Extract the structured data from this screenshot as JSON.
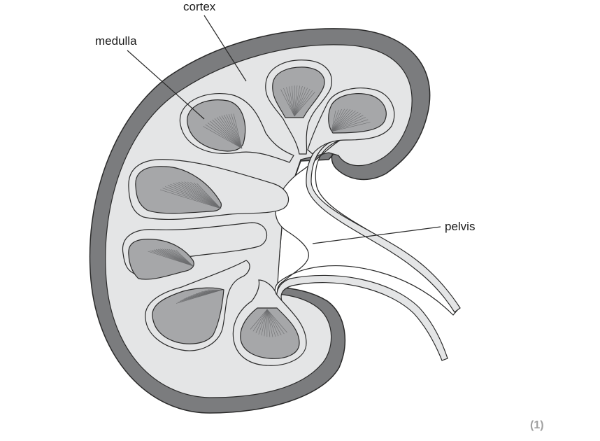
{
  "labels": {
    "cortex": "cortex",
    "medulla": "medulla",
    "pelvis": "pelvis"
  },
  "marks": "(1)",
  "colors": {
    "capsule": "#7b7c7e",
    "cortex": "#e4e5e6",
    "pyramid": "#a6a7a9",
    "outline": "#2a2a2a",
    "pelvis": "#ffffff"
  }
}
